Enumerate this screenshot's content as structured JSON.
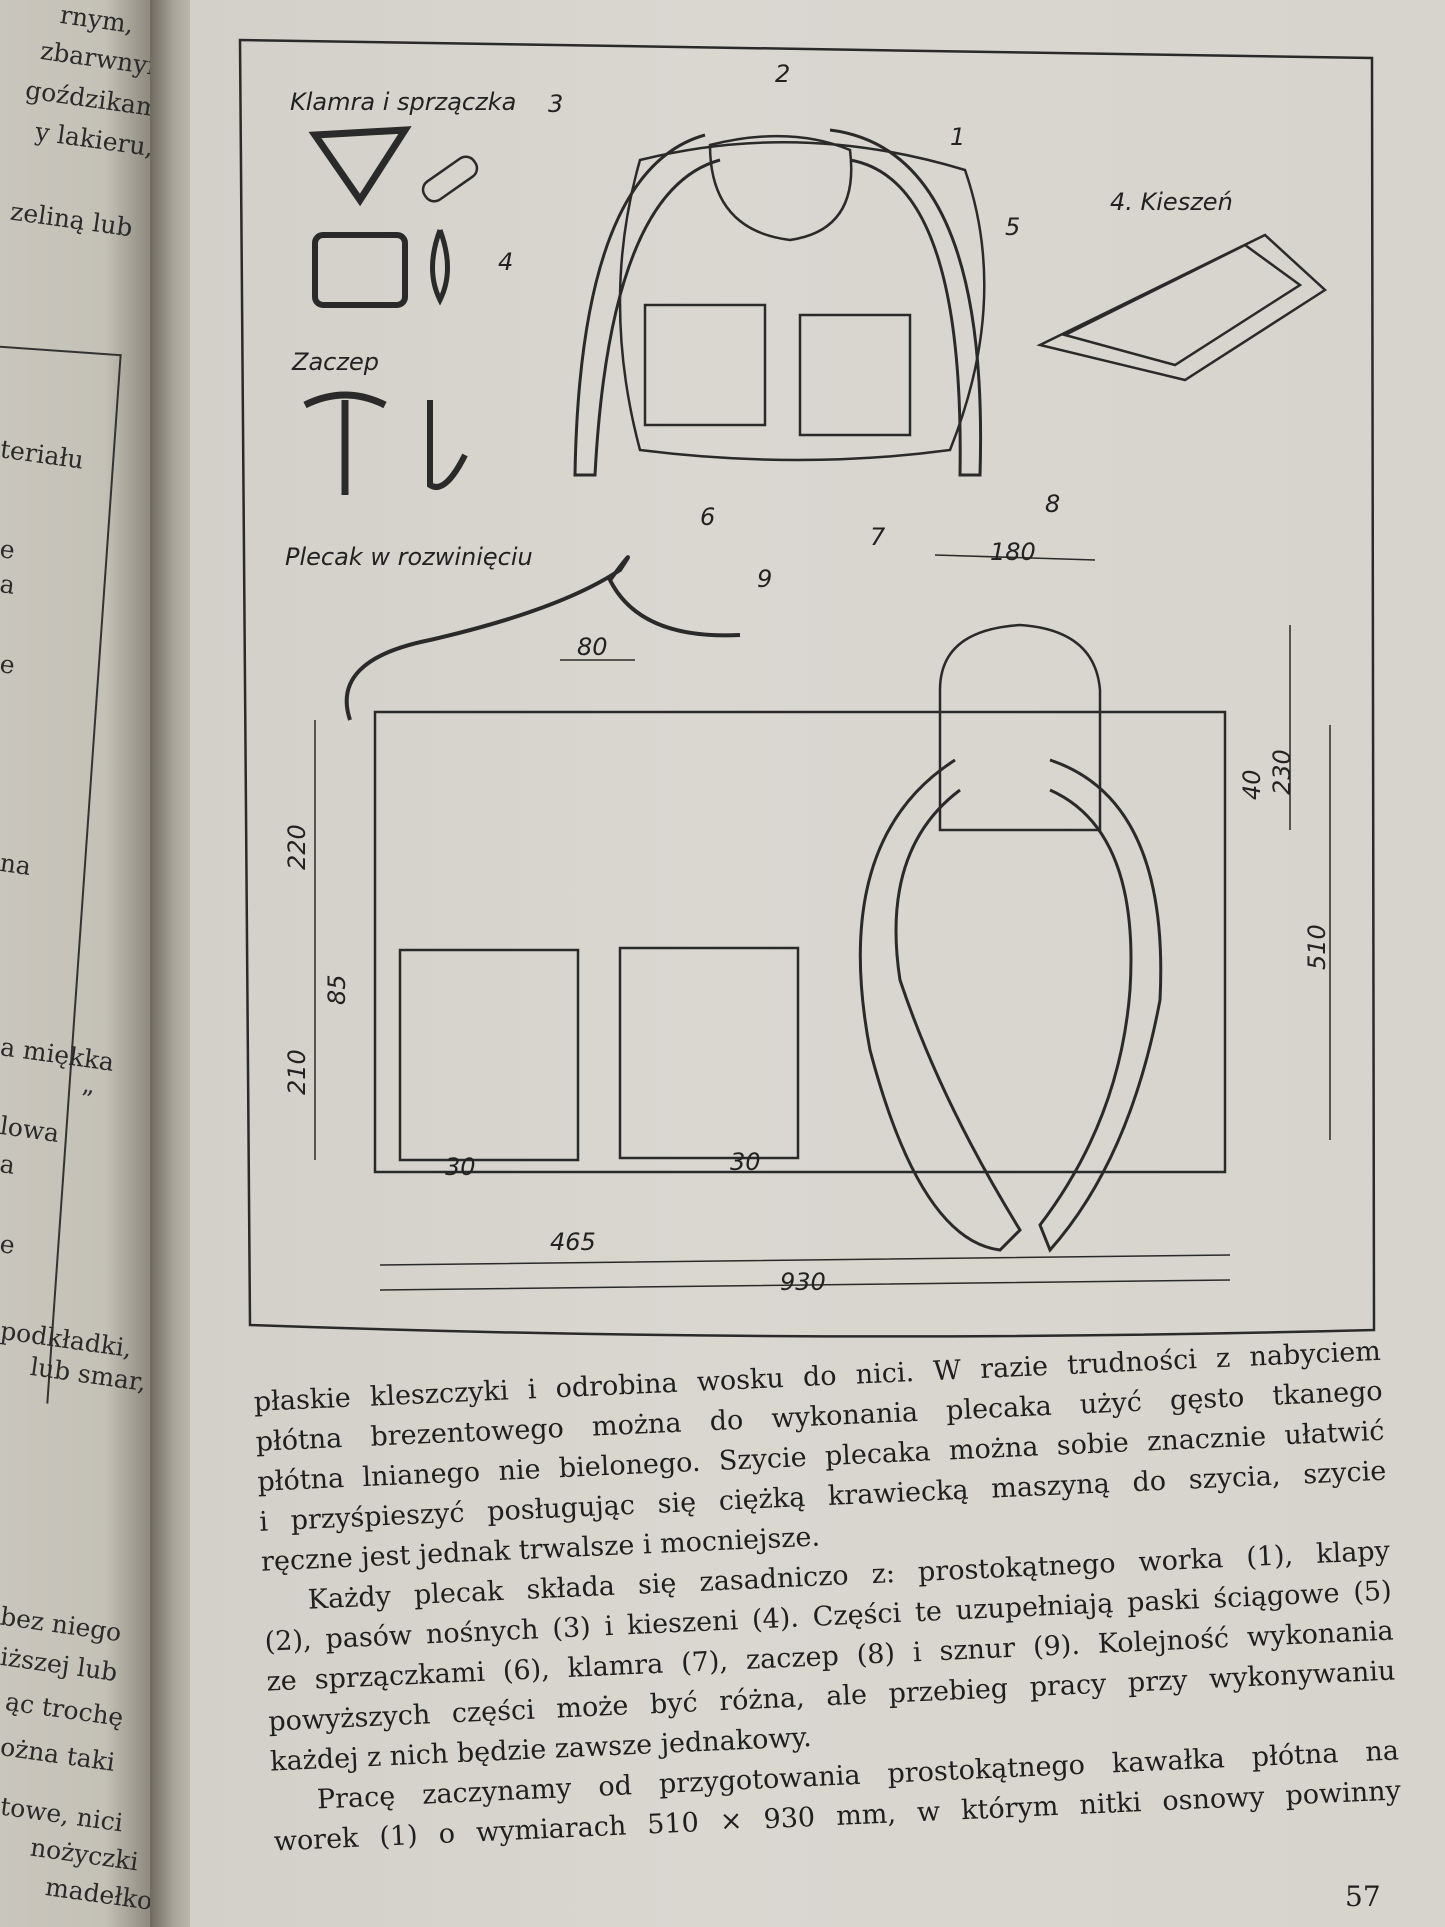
{
  "left_page": {
    "lines": [
      "rnym,",
      "zbarwnym",
      "goździkami",
      "y lakieru,",
      "zeliną lub",
      "teriału",
      "e",
      "a",
      "e",
      "na",
      "a miękka",
      "”",
      "lowa",
      "a",
      "e",
      "podkładki,",
      "lub smar,",
      "bez niego",
      "iższej lub",
      "ąc trochę",
      "ożna taki",
      "towe, nici",
      "nożyczki",
      "madełko,"
    ]
  },
  "diagram": {
    "labels": {
      "buckle_title": "Klamra i sprzączka",
      "hook_title": "Zaczep",
      "pocket_title": "4. Kieszeń",
      "unfolded_title": "Plecak w rozwinięciu"
    },
    "part_numbers": [
      "1",
      "2",
      "3",
      "4",
      "5",
      "6",
      "7",
      "8",
      "9"
    ],
    "dimensions": [
      "180",
      "80",
      "220",
      "85",
      "210",
      "230",
      "40",
      "510",
      "30",
      "30",
      "465",
      "930"
    ]
  },
  "body": {
    "lines": [
      "płaskie kleszczyki i odrobina wosku do nici.  W razie trudności z nabyciem",
      "płótna brezentowego można do wykonania plecaka użyć gęsto tkanego",
      "płótna lnianego nie bielonego. Szycie plecaka można sobie znacznie ułatwić",
      "i przyśpieszyć posługując się ciężką krawiecką maszyną do szycia, szycie",
      "ręczne jest jednak trwalsze i mocniejsze.",
      "Każdy plecak składa się zasadniczo z: prostokątnego worka (1), klapy",
      "(2), pasów nośnych (3) i kieszeni (4). Części te uzupełniają paski ściągowe (5)",
      "ze sprzączkami (6), klamra (7), zaczep (8) i sznur (9). Kolejność wykonania",
      "powyższych części może być różna, ale przebieg pracy przy wykonywaniu",
      "każdej z nich będzie zawsze jednakowy.",
      "Pracę zaczynamy od przygotowania prostokątnego kawałka płótna na",
      "worek (1) o wymiarach 510 × 930 mm, w którym nitki osnowy powinny"
    ],
    "page_number": "57"
  }
}
